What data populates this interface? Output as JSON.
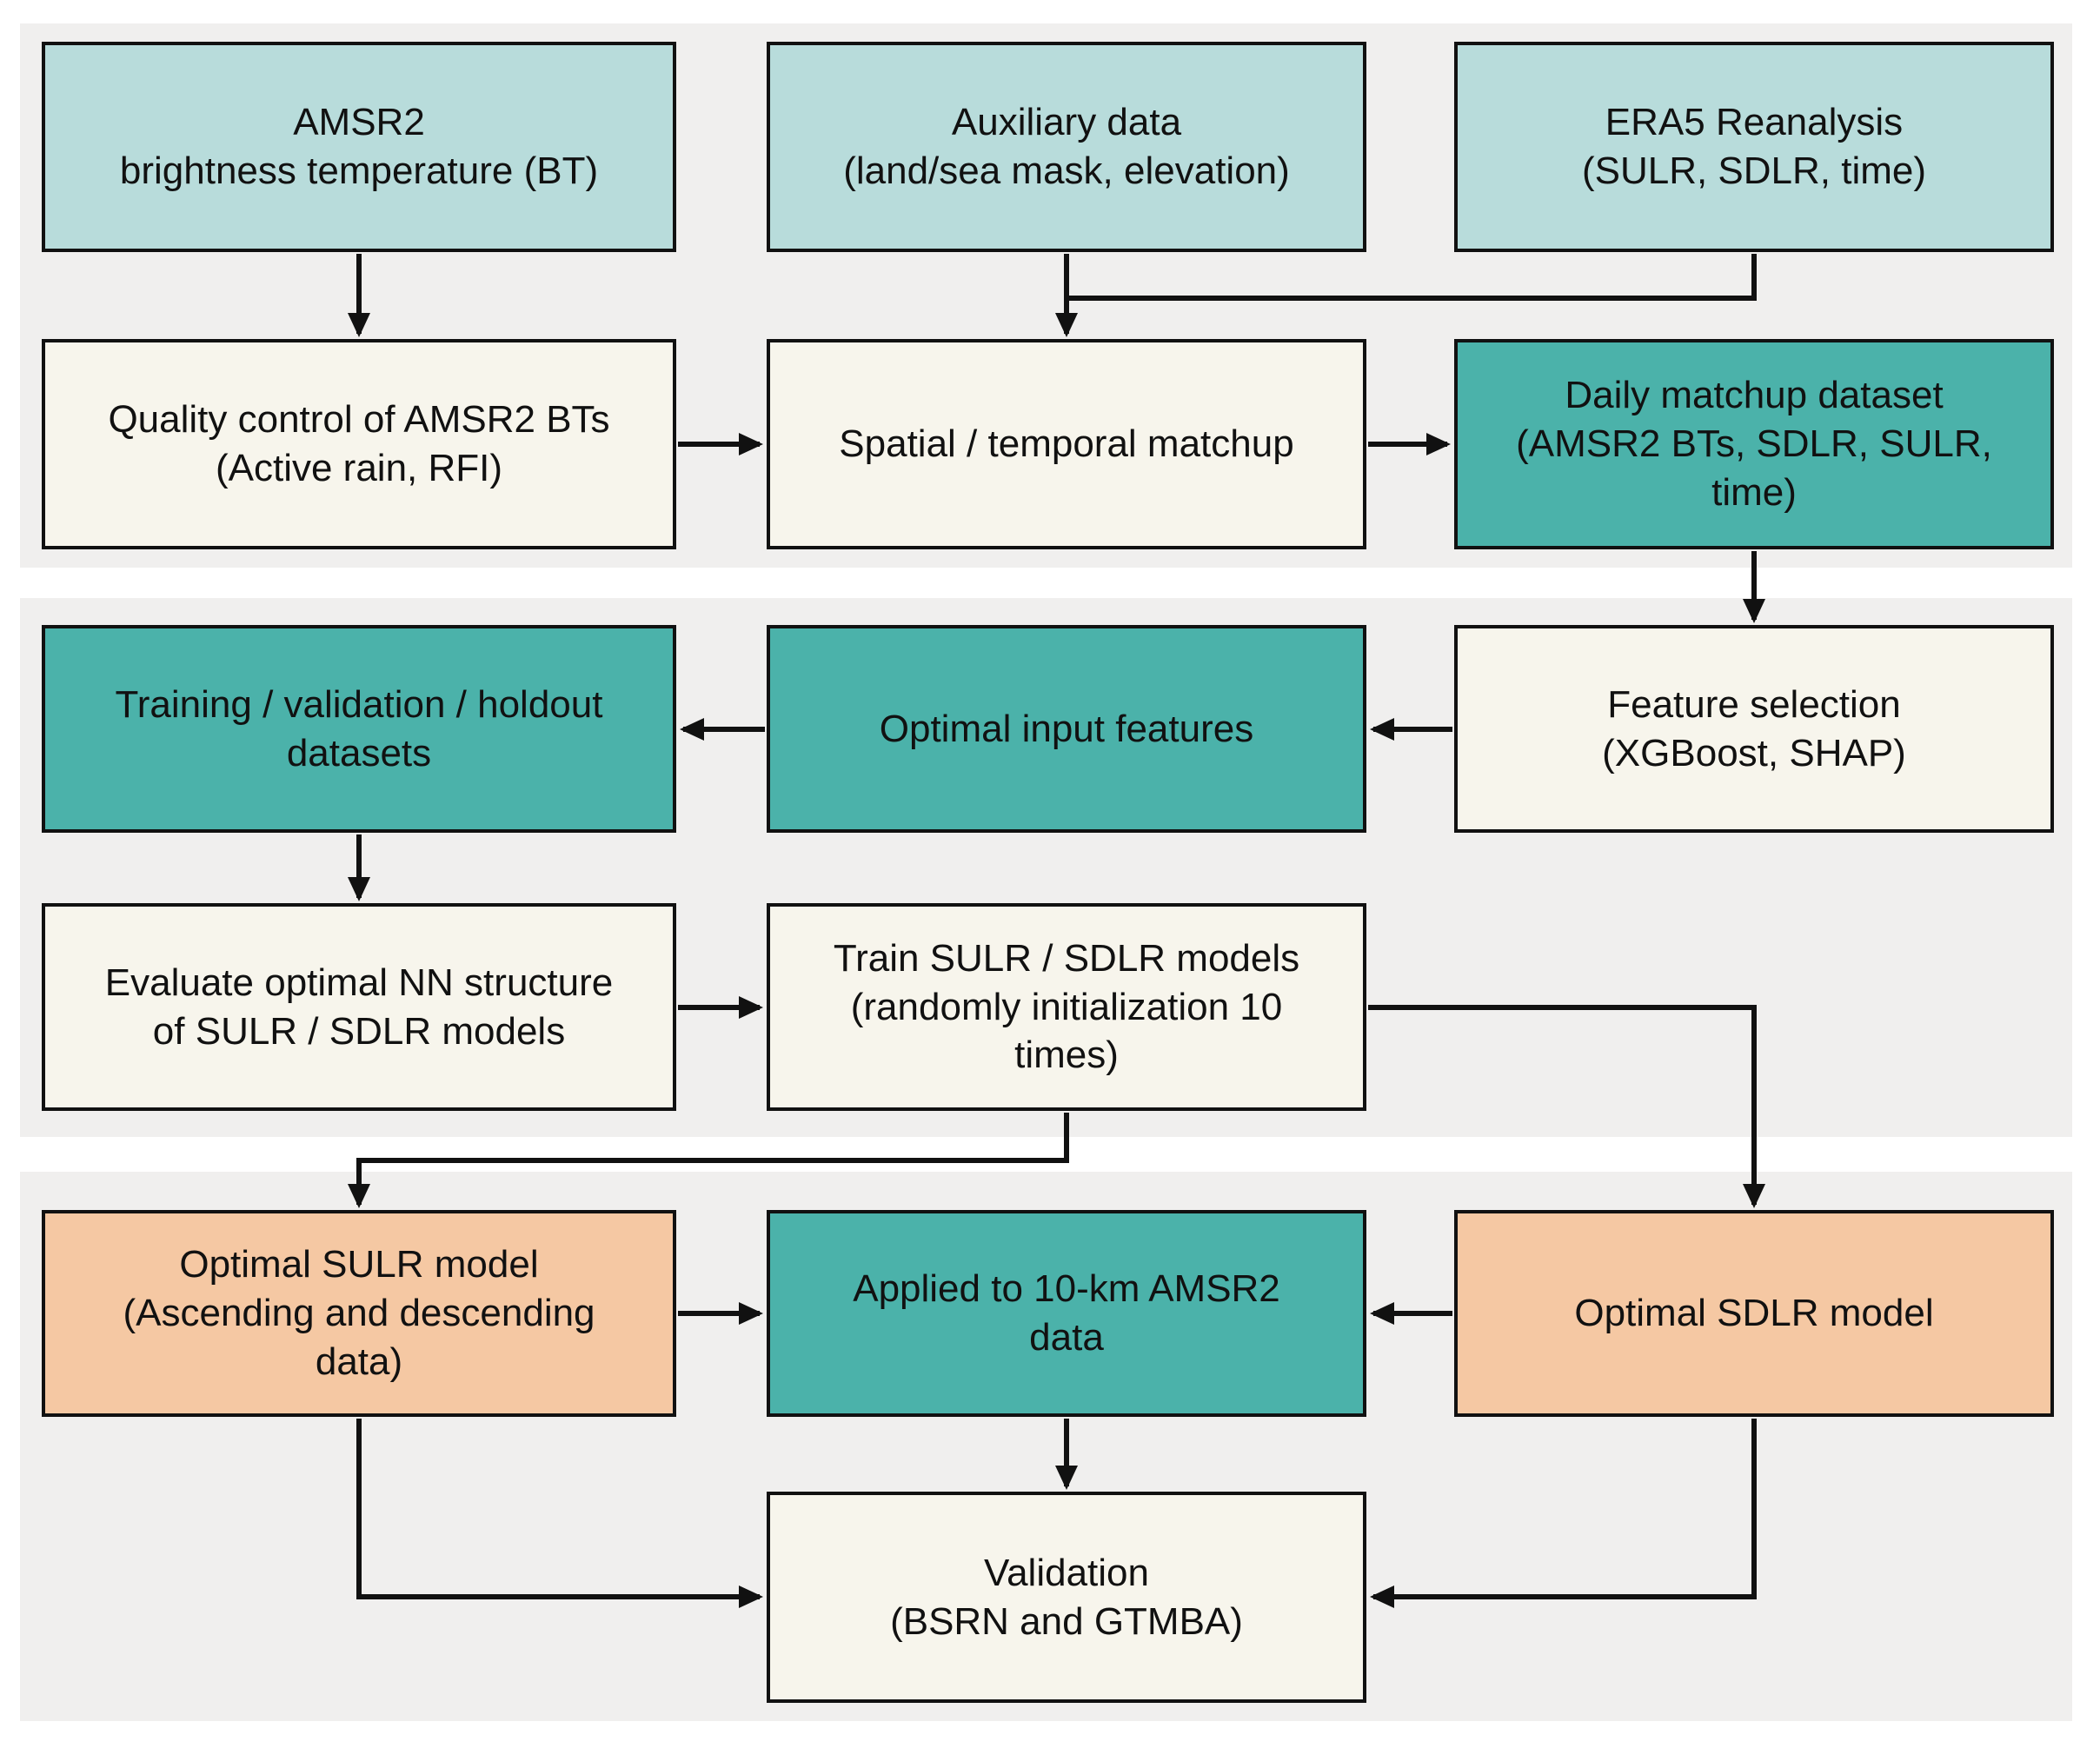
{
  "palette": {
    "panel": "#f0efee",
    "light_teal": "#b8dcdb",
    "teal": "#4bb2aa",
    "peach": "#f5c8a3",
    "cream": "#f7f5ec",
    "border": "#111111",
    "arrow": "#111111",
    "text": "#111111"
  },
  "nodes": [
    {
      "id": "amsr2-bt",
      "label": "AMSR2\nbrightness temperature (BT)"
    },
    {
      "id": "auxiliary-data",
      "label": "Auxiliary data\n(land/sea mask, elevation)"
    },
    {
      "id": "era5-reanalysis",
      "label": "ERA5 Reanalysis\n(SULR, SDLR, time)"
    },
    {
      "id": "quality-control",
      "label": "Quality control of AMSR2 BTs\n(Active rain, RFI)"
    },
    {
      "id": "spatial-temporal-matchup",
      "label": "Spatial / temporal matchup"
    },
    {
      "id": "daily-matchup-dataset",
      "label": "Daily matchup dataset\n(AMSR2 BTs, SDLR, SULR,\ntime)"
    },
    {
      "id": "training-validation-holdout",
      "label": "Training / validation / holdout\ndatasets"
    },
    {
      "id": "optimal-input-features",
      "label": "Optimal input features"
    },
    {
      "id": "feature-selection",
      "label": "Feature selection\n(XGBoost, SHAP)"
    },
    {
      "id": "evaluate-nn-structure",
      "label": "Evaluate optimal NN structure\nof SULR / SDLR models"
    },
    {
      "id": "train-models",
      "label": "Train SULR / SDLR models\n(randomly initialization 10\ntimes)"
    },
    {
      "id": "optimal-sulr-model",
      "label": "Optimal SULR model\n(Ascending and descending\ndata)"
    },
    {
      "id": "applied-10km-amsr2",
      "label": "Applied to 10-km AMSR2\ndata"
    },
    {
      "id": "optimal-sdlr-model",
      "label": "Optimal SDLR model"
    },
    {
      "id": "validation",
      "label": "Validation\n(BSRN and GTMBA)"
    }
  ]
}
